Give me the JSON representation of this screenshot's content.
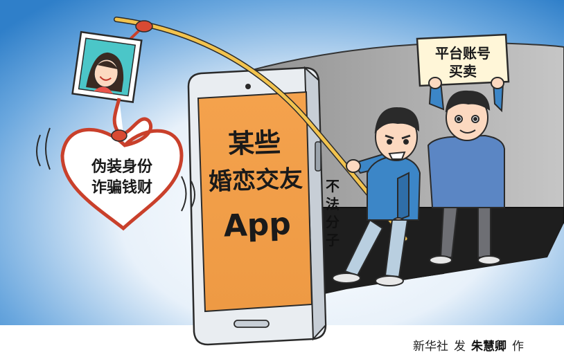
{
  "heart_text": {
    "line1": "伪装身份",
    "line2": "诈骗钱财"
  },
  "phone_text": {
    "line1": "某些",
    "line2": "婚恋交友",
    "line3": "App"
  },
  "sign_text": {
    "line1": "平台账号",
    "line2": "买卖"
  },
  "criminals_label": [
    "不",
    "法",
    "分",
    "子"
  ],
  "credit": {
    "agency": "新华社",
    "action": "发",
    "author": "朱慧卿",
    "suffix": "作"
  },
  "colors": {
    "sky_blue": "#3f8fd6",
    "phone_screen": "#f0a24a",
    "heart_outline": "#c9402b",
    "wall_gray": "#9a9a9a",
    "floor_black": "#1e1e1e",
    "shirt_blue": "#3c86c7",
    "shirt_blue_dark": "#2f6ea8"
  }
}
